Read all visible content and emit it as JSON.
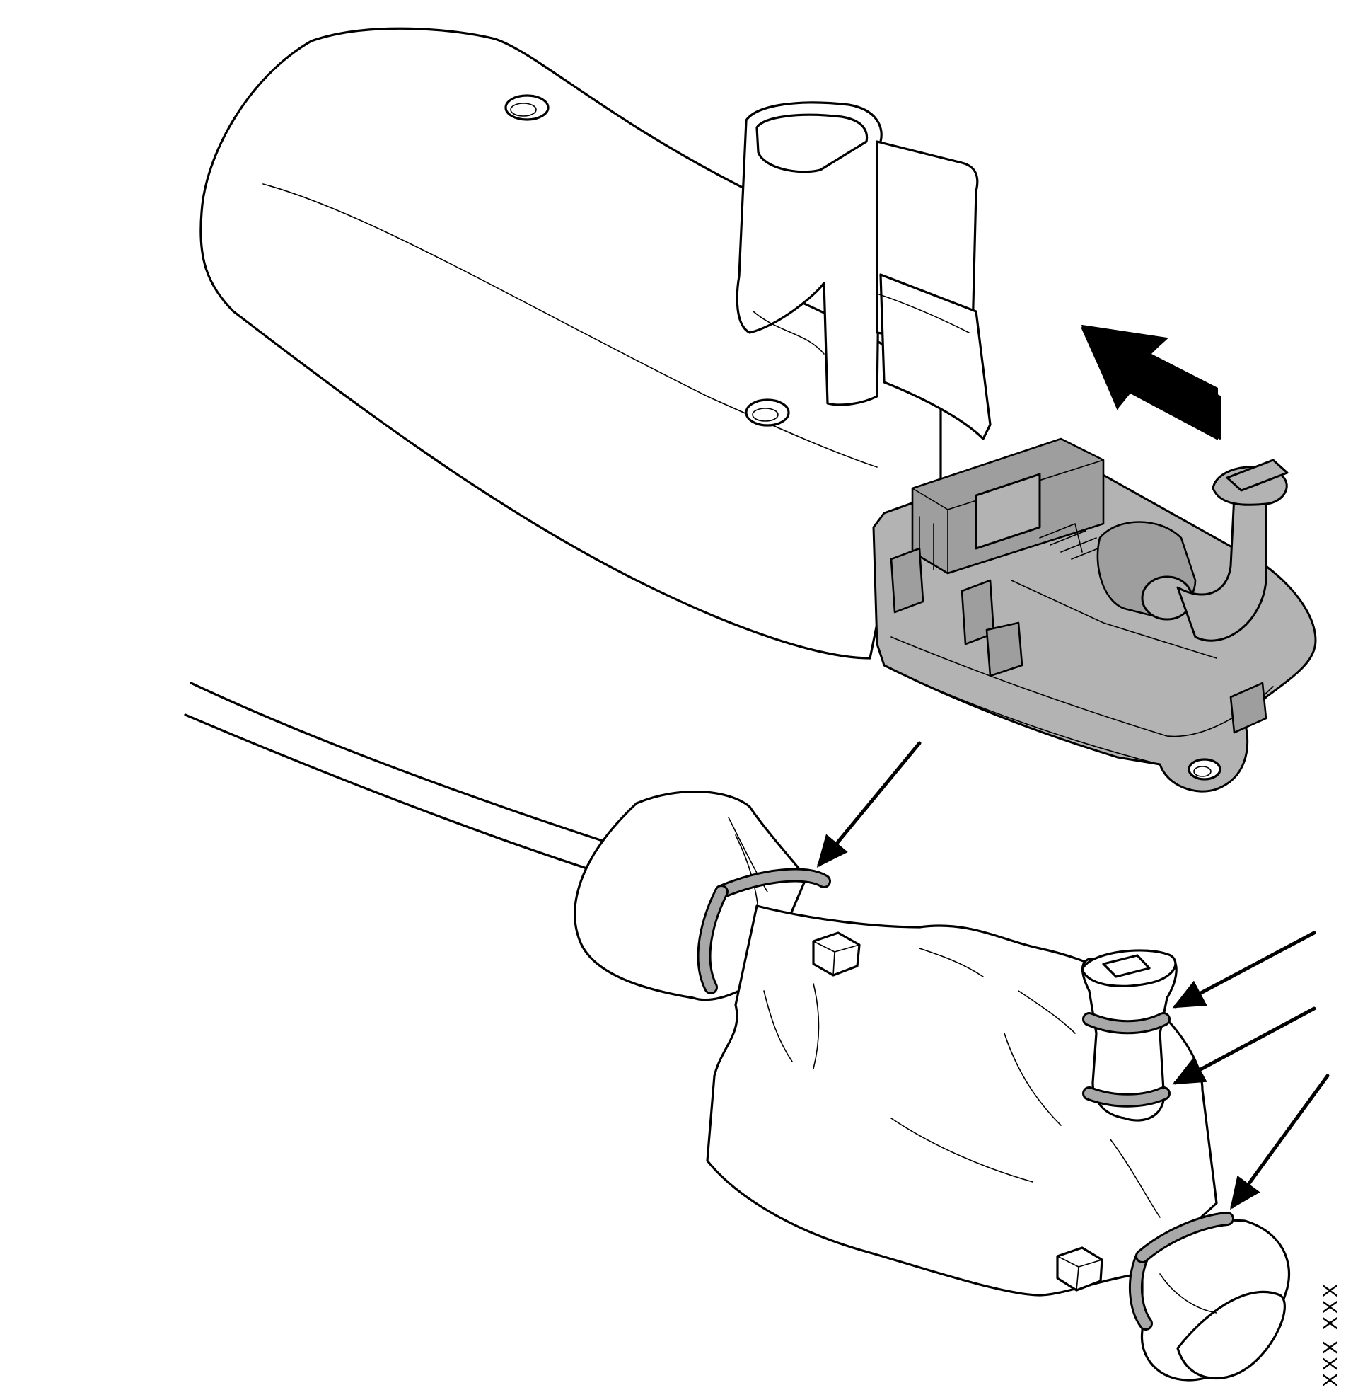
{
  "figure": {
    "reference_code": "XXX XXX",
    "colors": {
      "line": "#000000",
      "background": "#ffffff",
      "component_gray": "#b3b3b3",
      "tape_gray": "#a8a8a8"
    },
    "icons": [
      "push-direction-arrow",
      "pointer-arrow"
    ]
  }
}
